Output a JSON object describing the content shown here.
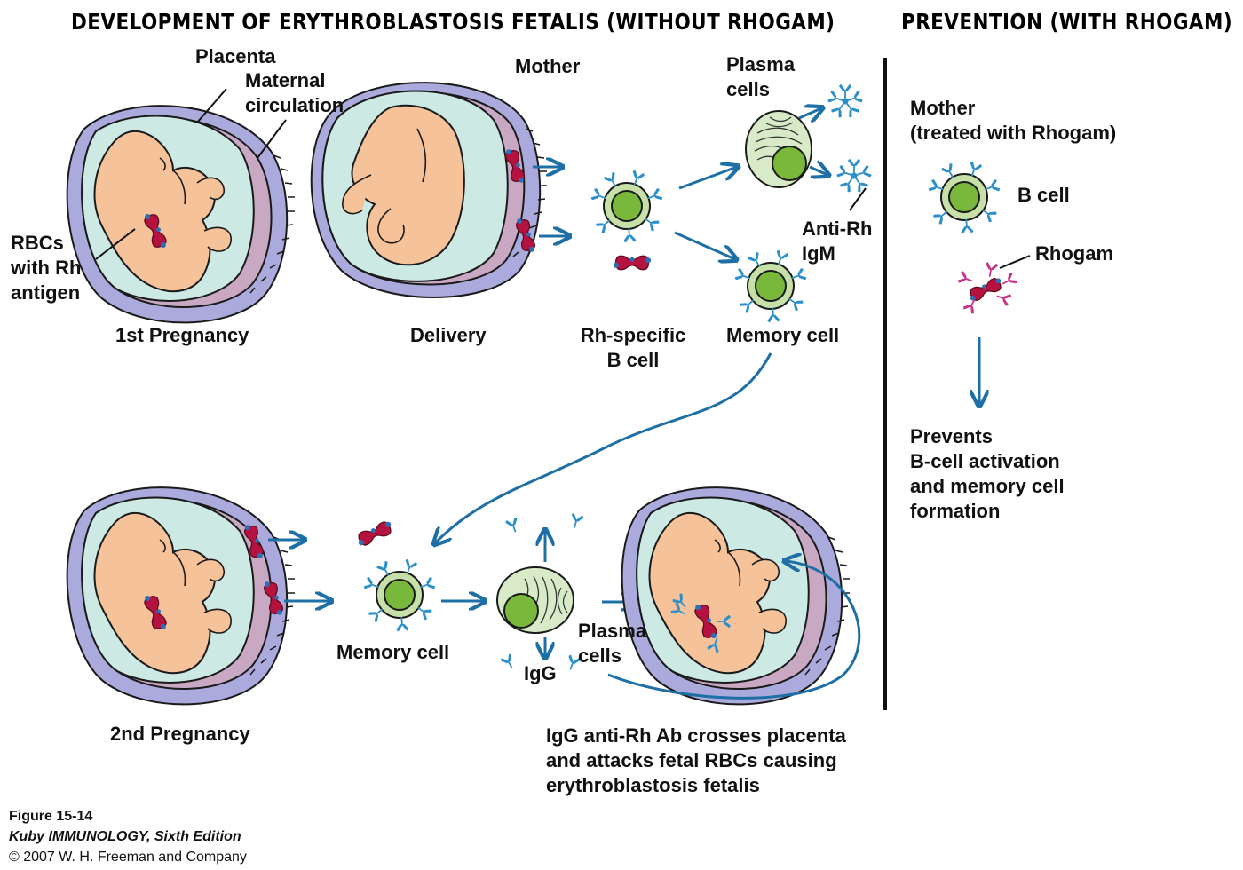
{
  "headers": {
    "left": "DEVELOPMENT OF ERYTHROBLASTOSIS FETALIS (WITHOUT RHOGAM)",
    "right": "PREVENTION (WITH RHOGAM)"
  },
  "labels": {
    "placenta": "Placenta",
    "maternal_circulation": [
      "Maternal",
      "circulation"
    ],
    "rbcs": [
      "RBCs",
      "with Rh",
      "antigen"
    ],
    "first_pregnancy": "1st Pregnancy",
    "mother": "Mother",
    "delivery": "Delivery",
    "plasma_cells_top": [
      "Plasma",
      "cells"
    ],
    "anti_rh_igm": [
      "Anti-Rh",
      "IgM"
    ],
    "rh_specific": [
      "Rh-specific",
      "B cell"
    ],
    "memory_cell_top": "Memory cell",
    "second_pregnancy": "2nd Pregnancy",
    "memory_cell_bottom": "Memory cell",
    "plasma_cells_bottom": [
      "Plasma",
      "cells"
    ],
    "igg": "IgG",
    "bottom_caption": [
      "IgG anti-Rh Ab crosses placenta",
      "and attacks fetal RBCs causing",
      "erythroblastosis fetalis"
    ]
  },
  "prevention": {
    "mother": [
      "Mother",
      "(treated with Rhogam)"
    ],
    "b_cell": "B cell",
    "rhogam": "Rhogam",
    "result": [
      "Prevents",
      "B-cell activation",
      "and memory cell",
      "formation"
    ]
  },
  "footer": {
    "figure": "Figure 15-14",
    "book": "Kuby IMMUNOLOGY, Sixth Edition",
    "copyright": "© 2007 W. H. Freeman and Company"
  },
  "colors": {
    "arrow": "#1d6fa5",
    "antibody": "#2c8fc9",
    "rhogam": "#c8338a",
    "rbc": "#b5123f",
    "fetus": "#f6c29a",
    "amnion": "#cde9e3",
    "placenta": "#c9a8c4",
    "uterus": "#aaaadd",
    "cell": "#c6e0a8",
    "nucleus": "#7ab83c"
  }
}
